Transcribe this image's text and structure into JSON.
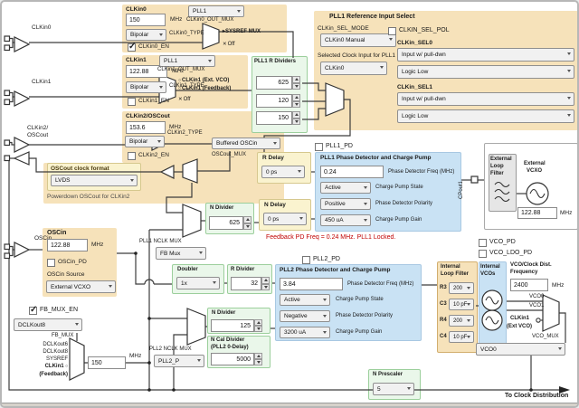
{
  "colors": {
    "tan": "#f6e2ba",
    "green_border": "#9ccf9c",
    "blue": "#c9e2f4",
    "yellow": "#faf3cf",
    "status_red": "#c00000"
  },
  "clkin0": {
    "pin_label": "CLKin0",
    "title": "CLKin0",
    "freq": "150",
    "unit": "MHz",
    "type_value": "Bipolar",
    "type_label": "CLKin0_TYPE",
    "en_label": "CLKin0_EN",
    "out_mux_value": "PLL1",
    "out_mux_label": "CLKin0_OUT_MUX",
    "out1": "SYSREF MUX",
    "out2": "Off"
  },
  "clkin1": {
    "pin_label": "CLKin1",
    "title": "CLKin1",
    "freq": "122.88",
    "unit": "MHz",
    "type_value": "Bipolar",
    "type_label": "CLKin1_TYPE",
    "en_label": "CLKin1_EN",
    "out_mux_value": "PLL1",
    "out_mux_label": "CLKin1_OUT_MUX",
    "out1": "CLKin1 (Ext. VCO)",
    "out2": "CLKin1 (Feedback)",
    "out3": "Off"
  },
  "clkin2": {
    "pin_label1": "CLKin2/",
    "pin_label2": "OSCout",
    "title": "CLKin2/OSCout",
    "freq": "153.6",
    "unit": "MHz",
    "type_value": "Bipolar",
    "type_label": "CLKin2_TYPE",
    "en_label": "CLKin2_EN",
    "oscout_mux_value": "Buffered OSCin",
    "oscout_mux_label": "OSCout_MUX",
    "fmt_title": "OSCout clock format",
    "fmt_value": "LVDS",
    "fmt_note": "Powerdown OSCout for CLKin2"
  },
  "refsel": {
    "title": "PLL1 Reference Input Select",
    "mode_label": "CLKin_SEL_MODE",
    "mode_value": "CLKin0 Manual",
    "pol_label": "CLKIN_SEL_POL",
    "sel0_label": "CLKin_SEL0",
    "sel0_pin": "Input w/ pull-dwn",
    "sel0_state": "Logic Low",
    "sel1_label": "CLKin_SEL1",
    "sel1_pin": "Input w/ pull-dwn",
    "sel1_state": "Logic Low",
    "sel_clock_label": "Selected Clock Input for PLL1",
    "sel_clock_value": "CLKin0"
  },
  "rdiv": {
    "title": "PLL1 R Dividers",
    "values": [
      "625",
      "120",
      "150"
    ]
  },
  "rdelay": {
    "title": "R Delay",
    "value": "0 ps"
  },
  "ndelay": {
    "title": "N Delay",
    "value": "0 ps"
  },
  "ndiv1": {
    "title": "N Divider",
    "value": "625"
  },
  "pll1pd": {
    "pd_label": "PLL1_PD",
    "title": "PLL1 Phase Detector and Charge Pump",
    "freq": "0.24",
    "freq_label": "Phase Detector Freq (MHz)",
    "state": "Active",
    "state_label": "Charge Pump State",
    "pol": "Positive",
    "pol_label": "Phase Detector Polarity",
    "gain": "450 uA",
    "gain_label": "Charge Pump Gain"
  },
  "status_text": "Feedback PD Freq = 0.24 MHz.  PLL1 Locked.",
  "cpout1": "CPout1",
  "ext": {
    "filter_l1": "External",
    "filter_l2": "Loop",
    "filter_l3": "Filter",
    "vcxo_l1": "External",
    "vcxo_l2": "VCXO",
    "freq": "122.88",
    "unit": "MHz"
  },
  "oscin": {
    "pin_label": "OSCin",
    "title": "OSCin",
    "freq": "122.88",
    "unit": "MHz",
    "pd_label": "OSCin_PD",
    "src_label": "OSCin Source",
    "src_value": "External VCXO"
  },
  "nclk1": {
    "label": "PLL1 NCLK MUX",
    "value": "FB Mux"
  },
  "fb": {
    "en_label": "FB_MUX_EN",
    "sel_value": "DCLKout8",
    "mux_label": "FB_MUX",
    "in0": "DCLKout6",
    "in1": "DCLKout8",
    "in2": "SYSREF",
    "in3": "CLKin1",
    "in4": "(Feedback)",
    "freq": "150",
    "unit": "MHz"
  },
  "doubler": {
    "title": "Doubler",
    "value": "1x"
  },
  "rdiv2": {
    "title": "R Divider",
    "value": "32"
  },
  "pll2pd": {
    "pd_label": "PLL2_PD",
    "title": "PLL2 Phase Detector and Charge Pump",
    "freq": "3.84",
    "freq_label": "Phase Detector Freq (MHz)",
    "state": "Active",
    "state_label": "Charge Pump State",
    "pol": "Negative",
    "pol_label": "Phase Detector Polarity",
    "gain": "3200 uA",
    "gain_label": "Charge Pump Gain"
  },
  "nclk2": {
    "label": "PLL2 NCLK MUX",
    "value": "PLL2_P"
  },
  "ndiv2": {
    "title": "N Divider",
    "value": "125"
  },
  "ncal": {
    "l1": "N Cal Divider",
    "l2": "(PLL2 0-Delay)",
    "value": "5000"
  },
  "ilf": {
    "l1": "Internal",
    "l2": "Loop Filter",
    "rows": [
      {
        "label": "R3",
        "value": "200"
      },
      {
        "label": "C3",
        "value": "10 pF"
      },
      {
        "label": "R4",
        "value": "200"
      },
      {
        "label": "C4",
        "value": "10 pF"
      }
    ]
  },
  "vcopd": {
    "pd": "VCO_PD",
    "ldo": "VCO_LDO_PD"
  },
  "vcos": {
    "l1": "Internal",
    "l2": "VCOs"
  },
  "vcof": {
    "l1": "VCO/Clock Dist.",
    "l2": "Frequency",
    "freq": "2400",
    "unit": "MHz",
    "in0": "VCO0",
    "in1": "VCO1",
    "ext1": "CLKin1",
    "ext2": "(Ext VCO)",
    "mux_label": "VCO_MUX",
    "mux_value": "VCO0"
  },
  "npre": {
    "title": "N Prescaler",
    "value": "5"
  },
  "dist_label": "To Clock Distribution",
  "checks": {
    "clkin0_en": true,
    "clkin1_en": false,
    "clkin2_en": false,
    "clkin_sel_pol": false,
    "pll1_pd": false,
    "oscin_pd": false,
    "fb_mux_en": true,
    "pll2_pd": false,
    "vco_pd": false,
    "vco_ldo_pd": false
  }
}
